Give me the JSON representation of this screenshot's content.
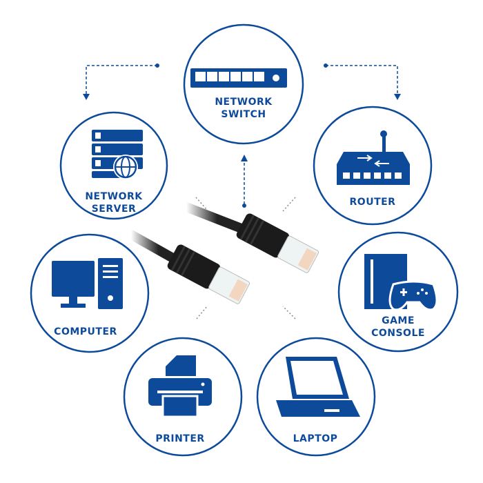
{
  "title": "Network cable connectivity diagram",
  "accent_color": "#0d4a9a",
  "nodes": {
    "switch": {
      "line1": "NETWORK",
      "line2": "SWITCH",
      "icon": "network-switch-icon"
    },
    "server": {
      "line1": "NETWORK",
      "line2": "SERVER",
      "icon": "server-globe-icon"
    },
    "router": {
      "line1": "ROUTER",
      "icon": "router-icon"
    },
    "computer": {
      "line1": "COMPUTER",
      "icon": "desktop-computer-icon"
    },
    "console": {
      "line1": "GAME",
      "line2": "CONSOLE",
      "icon": "game-console-icon"
    },
    "printer": {
      "line1": "PRINTER",
      "icon": "printer-icon"
    },
    "laptop": {
      "line1": "LAPTOP",
      "icon": "laptop-icon"
    }
  },
  "center_image": "rj45-ethernet-cable"
}
